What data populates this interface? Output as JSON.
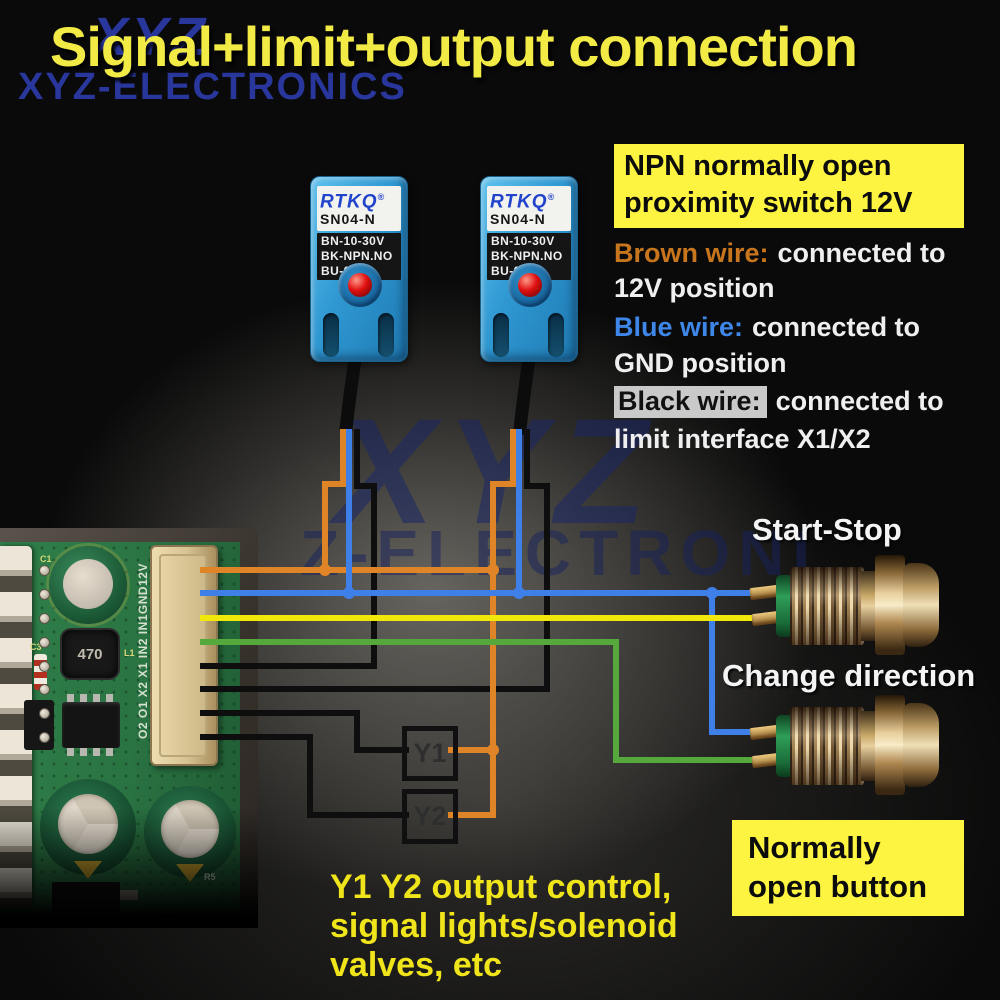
{
  "title": "Signal+limit+output connection",
  "watermark": {
    "logo": "XYZ",
    "brand": "XYZ-ELECTRONICS",
    "center": "XYZ",
    "center_sub": "Z-ELECTRONI"
  },
  "sensor": {
    "brand": "RTKQ",
    "reg": "®",
    "model": "SN04-N",
    "spec": [
      "BN-10-30V",
      "BK-NPN.NO",
      "BU-0V"
    ]
  },
  "info_panel": {
    "headline": [
      "NPN normally open",
      "proximity switch 12V"
    ],
    "brown_label": "Brown wire:",
    "brown_rest": "connected to",
    "brown_line2": "12V position",
    "blue_label": "Blue wire:",
    "blue_rest": "connected to",
    "blue_line2": "GND position",
    "black_label": "Black wire:",
    "black_rest": "connected to",
    "black_line2": "limit interface X1/X2"
  },
  "buttons": {
    "start_stop_label": "Start-Stop",
    "change_direction_label": "Change direction",
    "note": [
      "Normally",
      "open button"
    ]
  },
  "outputs": {
    "y1_label": "Y1",
    "y2_label": "Y2",
    "caption": [
      "Y1 Y2 output control,",
      "signal lights/solenoid",
      "valves, etc"
    ]
  },
  "pcb": {
    "connector_silkscreen": "O2 O1 X2 X1 IN2 IN1GND12V",
    "inductor_value": "470",
    "labels": {
      "c1": "C1",
      "c3": "C3",
      "l1": "L1",
      "r5": "R5"
    }
  },
  "wiring": [
    {
      "wire": "brown/orange",
      "from": "12V pin",
      "to": "sensor brown wires and Y1/Y2 common"
    },
    {
      "wire": "blue",
      "from": "GND pin",
      "to": "sensor blue wires and both push buttons"
    },
    {
      "wire": "yellow",
      "from": "IN1 pin",
      "to": "Start-Stop button"
    },
    {
      "wire": "green",
      "from": "IN2 pin",
      "to": "Change direction button"
    },
    {
      "wire": "black",
      "from": "X1 pin",
      "to": "sensor 1 black wire"
    },
    {
      "wire": "black",
      "from": "X2 pin",
      "to": "sensor 2 black wire"
    },
    {
      "wire": "black",
      "from": "O1 pin",
      "to": "Y1"
    },
    {
      "wire": "black",
      "from": "O2 pin",
      "to": "Y2"
    }
  ],
  "colors": {
    "accent_yellow": "#f2ea45",
    "note_yellow": "#fcf440",
    "caption_yellow": "#f0e41a",
    "watermark_navy": "#2b3aa4",
    "wire_orange": "#e08428",
    "wire_blue": "#3f80e8",
    "wire_yellow": "#f2e70a",
    "wire_green": "#55a83c",
    "wire_black": "#0e0e0e",
    "wire_orange_text": "#c8761e",
    "wire_blue_text": "#3e86e8",
    "sensor_blue": "#2f98d2",
    "pcb_green": "#2a7342",
    "connector_beige": "#d6c392"
  }
}
